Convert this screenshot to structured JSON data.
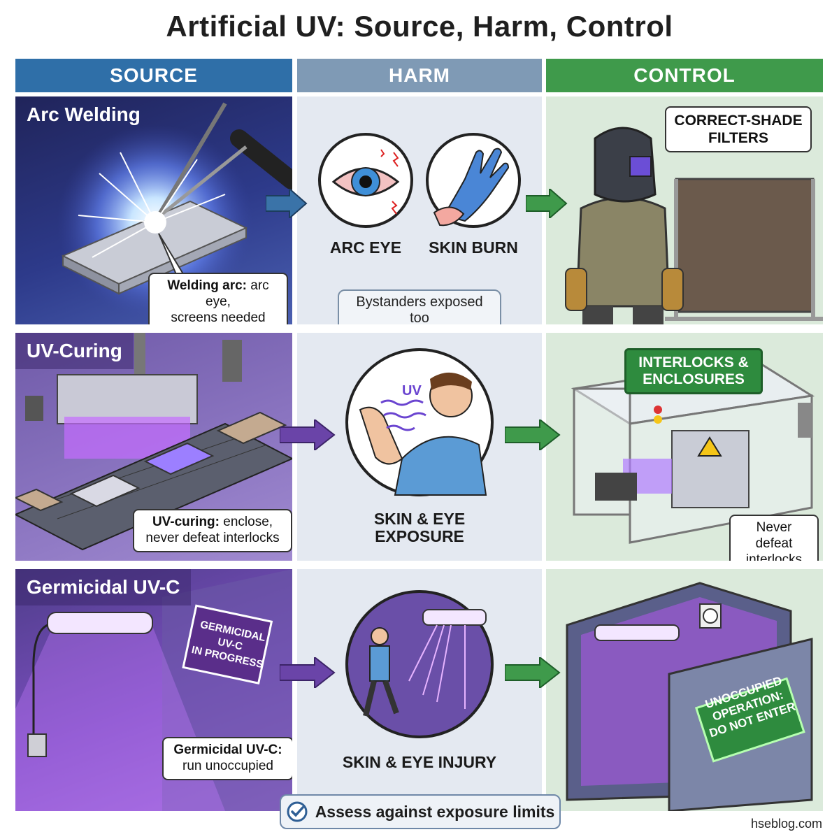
{
  "title": "Artificial UV: Source, Harm, Control",
  "columns": {
    "source": {
      "label": "SOURCE",
      "color": "#2f6fa8"
    },
    "harm": {
      "label": "HARM",
      "color": "#7f9ab5"
    },
    "control": {
      "label": "CONTROL",
      "color": "#3f9a4b"
    }
  },
  "rows": {
    "arc": {
      "label": "Arc Welding",
      "callout_bold": "Welding arc:",
      "callout_line1_rest": " arc eye,",
      "callout_line2": "screens needed",
      "harm_labels": [
        "ARC EYE",
        "SKIN BURN"
      ],
      "harm_note": "Bystanders exposed too",
      "control_tag_line1": "CORRECT-SHADE",
      "control_tag_line2": "FILTERS"
    },
    "curing": {
      "label": "UV-Curing",
      "callout_bold": "UV-curing:",
      "callout_line1_rest": " enclose,",
      "callout_line2": "never defeat interlocks",
      "harm_uv_text": "UV",
      "harm_label_line1": "SKIN & EYE",
      "harm_label_line2": "EXPOSURE",
      "control_tag_line1": "INTERLOCKS &",
      "control_tag_line2": "ENCLOSURES",
      "control_callout_line1": "Never defeat",
      "control_callout_line2": "interlocks"
    },
    "germicidal": {
      "label": "Germicidal UV-C",
      "sign_line1": "GERMICIDAL",
      "sign_line2": "UV-C",
      "sign_line3": "IN PROGRESS",
      "callout_bold": "Germicidal UV-C:",
      "callout_line2": "run unoccupied",
      "harm_label": "SKIN & EYE INJURY",
      "control_sign_line1": "UNOCCUPIED",
      "control_sign_line2": "OPERATION:",
      "control_sign_line3": "DO NOT ENTER"
    }
  },
  "footer": {
    "text": "Assess against exposure limits",
    "icon": "check-circle-icon"
  },
  "credit": "hseblog.com"
}
